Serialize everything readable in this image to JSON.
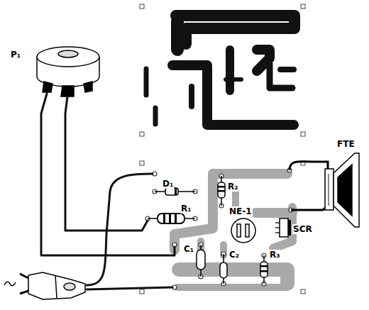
{
  "diagram": {
    "labels": [
      "P₁",
      "D₁",
      "R₁",
      "R₂",
      "NE-1",
      "C₁",
      "C₂",
      "R₃",
      "SCR",
      "FTE"
    ]
  }
}
